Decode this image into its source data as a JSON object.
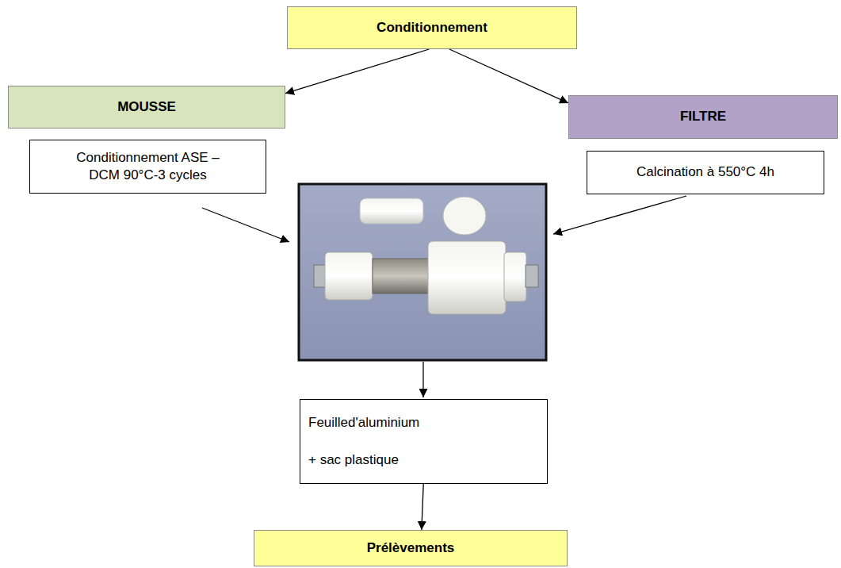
{
  "diagram": {
    "nodes": [
      {
        "text": [
          "Conditionnement"
        ]
      },
      {
        "text": [
          "MOUSSE"
        ]
      },
      {
        "text": [
          "FILTRE"
        ]
      },
      {
        "text": [
          "Conditionnement ASE – DCM 90°C-3 cycles"
        ]
      },
      {
        "text": [
          "Calcination à 550°C 4h"
        ]
      },
      {
        "text": [
          "Feuilled'aluminium",
          "+ sac plastique"
        ]
      },
      {
        "text": [
          "Prélèvements"
        ]
      }
    ],
    "edges": [
      {
        "from": 0,
        "to": 1,
        "arrow": "to"
      },
      {
        "from": 0,
        "to": 2,
        "arrow": "to"
      },
      {
        "from": 5,
        "to": 6,
        "arrow": "to"
      }
    ]
  }
}
